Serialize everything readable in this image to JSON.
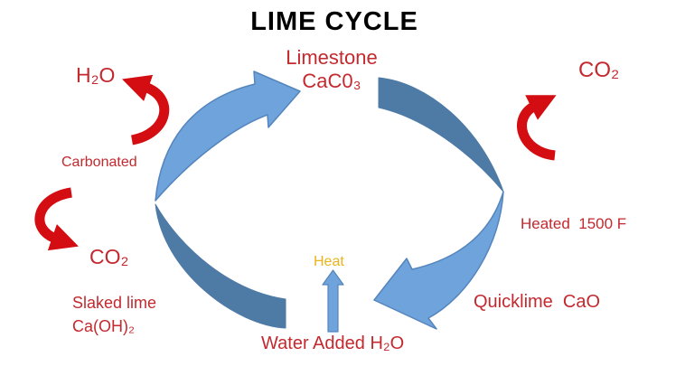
{
  "labels": {
    "title": "LIME CYCLE",
    "limestone_name": "Limestone",
    "limestone_formula": "CaC0₃",
    "h2o_released": "H₂O",
    "carbonated": "Carbonated",
    "co2_absorbed": "CO₂",
    "slaked_lime_name": "Slaked lime",
    "slaked_lime_formula": "Ca(OH)₂",
    "water_added": "Water Added H₂O",
    "heat": "Heat",
    "quicklime": "Quicklime  CaO",
    "heated": "Heated  1500 F",
    "co2_released": "CO₂"
  },
  "colors": {
    "text_red": "#c3292e",
    "arrow_red": "#d40d12",
    "arrow_blue_light": "#6fa3db",
    "arrow_blue_dark": "#4e7aa6",
    "heat_yellow": "#ebb31c",
    "title_black": "#000000",
    "background": "#ffffff"
  }
}
